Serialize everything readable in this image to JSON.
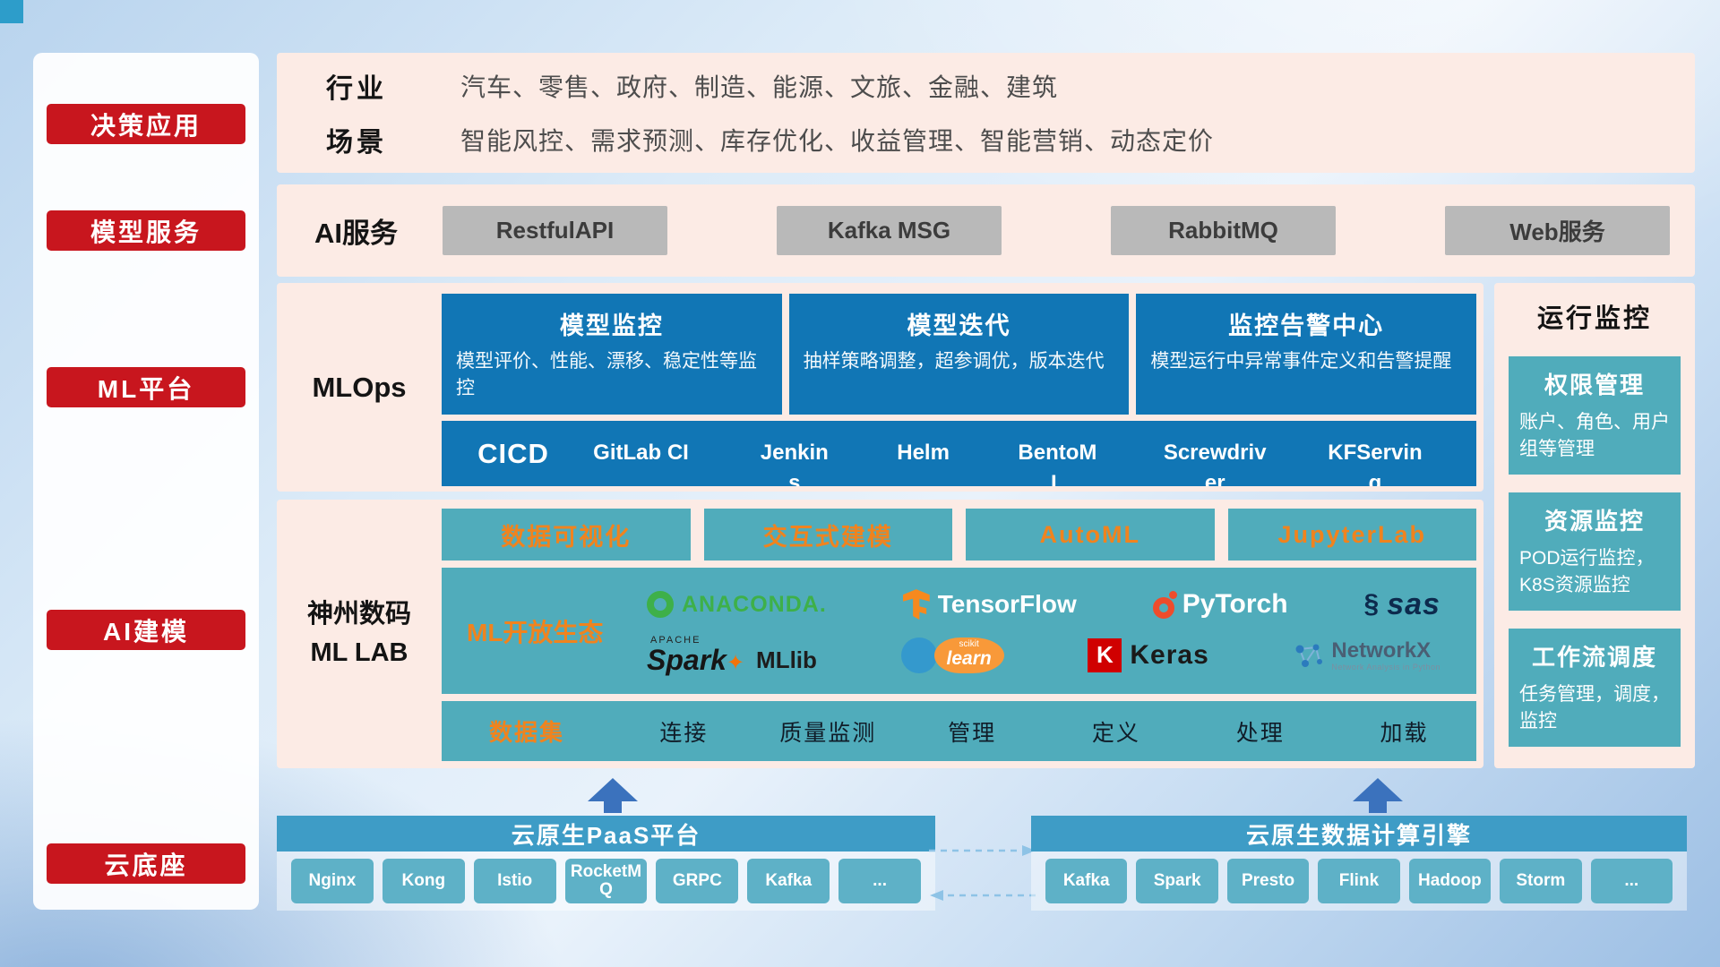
{
  "sidebar": {
    "items": [
      {
        "label": "决策应用"
      },
      {
        "label": "模型服务"
      },
      {
        "label": "ML平台"
      },
      {
        "label": "AI建模"
      },
      {
        "label": "云底座"
      }
    ]
  },
  "overview": {
    "industry_label": "行业",
    "industry_text": "汽车、零售、政府、制造、能源、文旅、金融、建筑",
    "scene_label": "场景",
    "scene_text": "智能风控、需求预测、库存优化、收益管理、智能营销、动态定价"
  },
  "ai_service": {
    "label": "AI服务",
    "buttons": [
      "RestfulAPI",
      "Kafka MSG",
      "RabbitMQ",
      "Web服务"
    ]
  },
  "mlops": {
    "label": "MLOps",
    "cards": [
      {
        "title": "模型监控",
        "desc": "模型评价、性能、漂移、稳定性等监控"
      },
      {
        "title": "模型迭代",
        "desc": "抽样策略调整，超参调优，版本迭代"
      },
      {
        "title": "监控告警中心",
        "desc": "模型运行中异常事件定义和告警提醒"
      }
    ],
    "cicd": {
      "title": "CICD",
      "items": [
        "GitLab CI",
        "Jenkins",
        "Helm",
        "BentoML",
        "Screwdriver",
        "KFServing"
      ]
    }
  },
  "monitoring": {
    "title": "运行监控",
    "cards": [
      {
        "title": "权限管理",
        "desc": "账户、角色、用户组等管理"
      },
      {
        "title": "资源监控",
        "desc": "POD运行监控，K8S资源监控"
      },
      {
        "title": "工作流调度",
        "desc": "任务管理，调度，监控"
      }
    ]
  },
  "mllab": {
    "label_line1": "神州数码",
    "label_line2": "ML LAB",
    "tools": [
      "数据可视化",
      "交互式建模",
      "AutoML",
      "JupyterLab"
    ],
    "ecosystem_label": "ML开放生态",
    "logos": {
      "anaconda": "ANACONDA.",
      "tensorflow": "TensorFlow",
      "pytorch": "PyTorch",
      "sas": "sas",
      "spark_apache": "APACHE",
      "spark": "Spark",
      "mllib": "MLlib",
      "sklearn_top": "scikit",
      "sklearn": "learn",
      "keras_k": "K",
      "keras": "Keras",
      "networkx": "NetworkX",
      "networkx_sub": "Network Analysis in Python"
    },
    "dataset": {
      "title": "数据集",
      "items": [
        "连接",
        "质量监测",
        "管理",
        "定义",
        "处理",
        "加载"
      ]
    }
  },
  "foundation": {
    "paas": {
      "title": "云原生PaaS平台",
      "items": [
        "Nginx",
        "Kong",
        "Istio",
        "RocketMQ",
        "GRPC",
        "Kafka",
        "..."
      ]
    },
    "engine": {
      "title": "云原生数据计算引擎",
      "items": [
        "Kafka",
        "Spark",
        "Presto",
        "Flink",
        "Hadoop",
        "Storm",
        "..."
      ]
    }
  },
  "colors": {
    "red": "#c8161e",
    "pink": "#fcebe5",
    "blue": "#1176b5",
    "teal": "#50acbb",
    "orange": "#f0831e",
    "gray_button": "#b9b9b9",
    "bar_header": "#3e9cc6",
    "chip": "#5eb1c7",
    "arrow": "#3b72bd"
  }
}
